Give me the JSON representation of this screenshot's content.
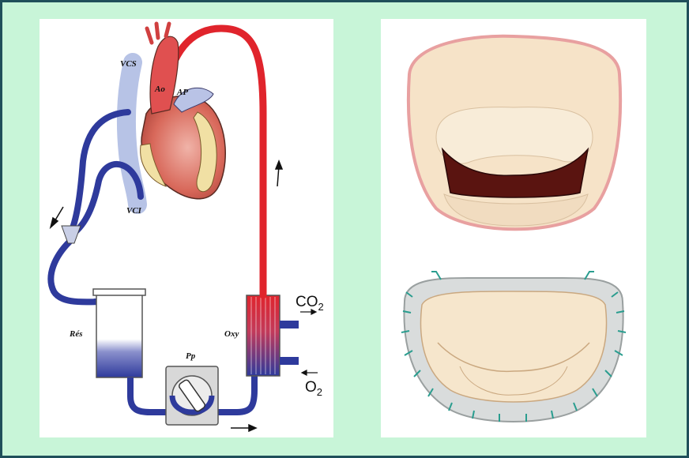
{
  "diagram": {
    "bypass_circuit": {
      "labels": {
        "vcs": "VCS",
        "ao": "Ao",
        "ap": "AP",
        "vci": "VCI",
        "res": "Rés",
        "pp": "Pp",
        "oxy": "Oxy"
      },
      "gases": {
        "co2": "CO",
        "co2_sub": "2",
        "o2": "O",
        "o2_sub": "2"
      },
      "colors": {
        "arterial": "#e0242c",
        "venous": "#2e3a9c"
      }
    },
    "valves": {
      "colors": {
        "leaflet": "#f6e6cc",
        "ring": "#d9dcdc",
        "suture": "#2a9d8f"
      }
    }
  }
}
